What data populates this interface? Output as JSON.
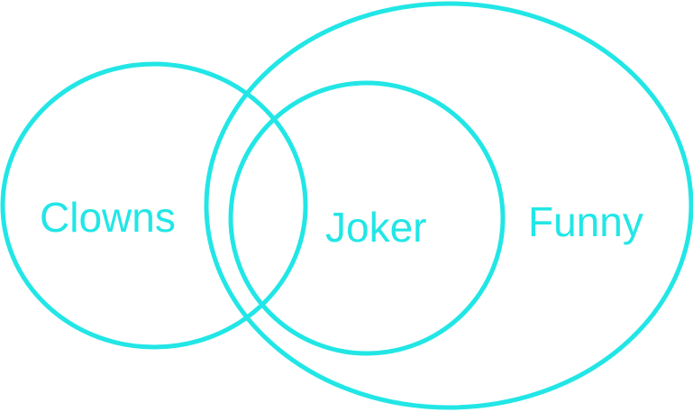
{
  "diagram": {
    "stroke_color": "#22e6e6",
    "text_color": "#22e6e6",
    "sets": [
      {
        "label": "Clowns"
      },
      {
        "label": "Joker"
      },
      {
        "label": "Funny"
      }
    ]
  }
}
